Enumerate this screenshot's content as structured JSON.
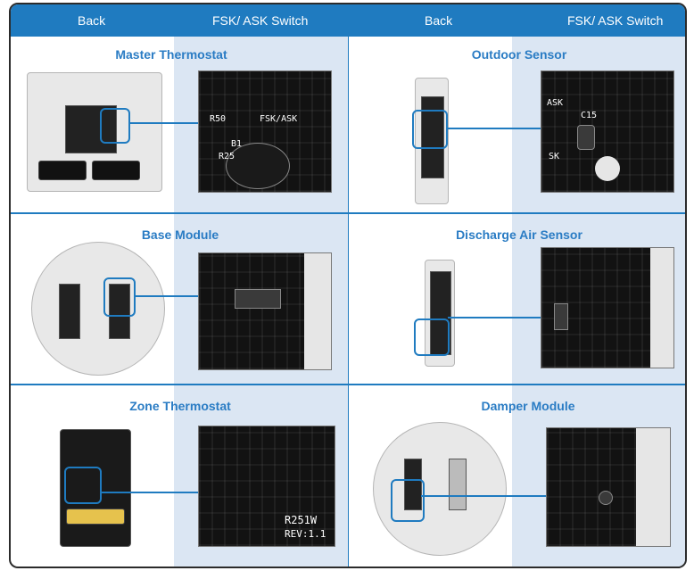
{
  "header": {
    "left_back": "Back",
    "left_switch": "FSK/ ASK Switch",
    "right_back": "Back",
    "right_switch": "FSK/ ASK Switch"
  },
  "cells": [
    {
      "title": "Master Thermostat"
    },
    {
      "title": "Outdoor Sensor"
    },
    {
      "title": "Base Module"
    },
    {
      "title": "Discharge Air Sensor"
    },
    {
      "title": "Zone Thermostat"
    },
    {
      "title": "Damper Module"
    }
  ],
  "photo_labels": {
    "master_fsk": "FSK/ASK",
    "master_r50": "R50",
    "master_b1": "B1",
    "master_r25": "R25",
    "outdoor_ask": "ASK",
    "outdoor_sk": "SK",
    "outdoor_c15": "C15",
    "zone_r251w": "R251W",
    "zone_rev": "REV:1.1"
  },
  "colors": {
    "accent": "#1f7bc0",
    "title": "#2a7cc4",
    "shade": "#dbe6f3"
  }
}
